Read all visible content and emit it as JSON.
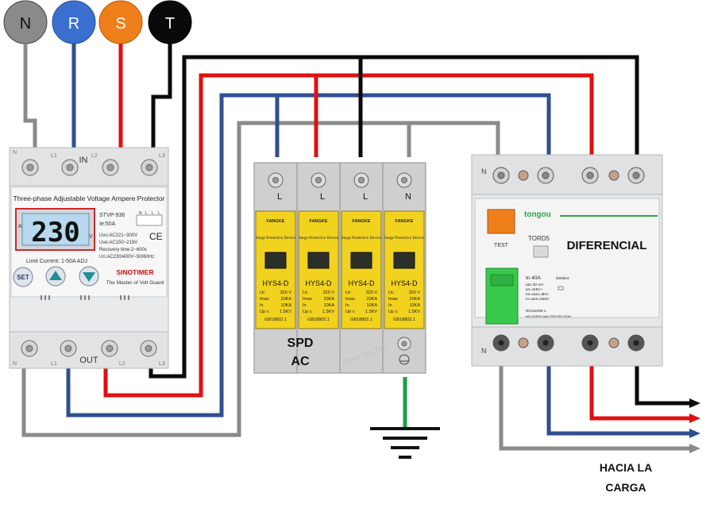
{
  "phase_markers": [
    {
      "label": "N",
      "color": "#8a8a8a"
    },
    {
      "label": "R",
      "color": "#3a6fd0"
    },
    {
      "label": "S",
      "color": "#ef7f1a"
    },
    {
      "label": "T",
      "color": "#0a0a0a"
    }
  ],
  "wire_colors": {
    "neutral": "#8a8a8a",
    "r": "#2f4f8f",
    "s": "#e01010",
    "t": "#0a0a0a",
    "ground": "#1aa040"
  },
  "voltage_protector": {
    "terminals_top_label": "IN",
    "terminals_bottom_label": "OUT",
    "top_terminal_marks": [
      "N",
      "L1",
      "L2",
      "L3"
    ],
    "bottom_terminal_marks": [
      "N",
      "L1",
      "L2",
      "L3"
    ],
    "title": "Three-phase  Adjustable Voltage Ampere Protector",
    "display_value": "230",
    "display_prefix": "A",
    "display_unit": "V",
    "model": "STVP-936",
    "current": "Ie:50A",
    "uvo_high": "Uvo:AC221~300V",
    "uvo_low": "Uve:AC150~219V",
    "recovery": "Recovery time:2~600s",
    "rated": "Un:AC230/400V~50/60Hz",
    "ce_mark": "CE",
    "limit_current": "Limit Current:  1-50A  ADJ",
    "brand": "SINOTIMER",
    "tagline": "The Master of Volt Guard",
    "set_label": "SET",
    "mini_grid": [
      "N",
      "L",
      "L",
      "L"
    ]
  },
  "spd": {
    "label_line1": "SPD",
    "label_line2": "AC",
    "watermark": "Store No.293",
    "modules": [
      {
        "terminal": "L",
        "brand": "FANGKE",
        "kind": "Surge Protective Device",
        "model": "HYS4-D",
        "specs": [
          [
            "Uc",
            "320 V"
          ],
          [
            "Imax",
            "20KA"
          ],
          [
            "In",
            "10KA"
          ],
          [
            "Up ≤",
            "1.5KV"
          ]
        ],
        "standard": "GB18802.1"
      },
      {
        "terminal": "L",
        "brand": "FANGKE",
        "kind": "Surge Protective Device",
        "model": "HYS4-D",
        "specs": [
          [
            "Uc",
            "320 V"
          ],
          [
            "Imax",
            "20KA"
          ],
          [
            "In",
            "10KA"
          ],
          [
            "Up ≤",
            "1.5KV"
          ]
        ],
        "standard": "GB18802.1"
      },
      {
        "terminal": "L",
        "brand": "FANGKE",
        "kind": "Surge Protective Device",
        "model": "HYS4-D",
        "specs": [
          [
            "Uc",
            "320 V"
          ],
          [
            "Imax",
            "20KA"
          ],
          [
            "In",
            "10KA"
          ],
          [
            "Up ≤",
            "1.5KV"
          ]
        ],
        "standard": "GB18802.1"
      },
      {
        "terminal": "N",
        "brand": "FANGKE",
        "kind": "Surge Protective Device",
        "model": "HYS4-D",
        "specs": [
          [
            "Uc",
            "320 V"
          ],
          [
            "Imax",
            "20KA"
          ],
          [
            "In",
            "10KA"
          ],
          [
            "Up ≤",
            "1.5KV"
          ]
        ],
        "standard": "GB18802.1"
      }
    ]
  },
  "differential": {
    "brand": "tongou",
    "test_label": "TEST",
    "model": "TORD5",
    "title": "DIFERENCIAL",
    "n_top": "N",
    "n_bottom": "N",
    "rating": "In 40A",
    "freq": "50/60Hz",
    "spec_lines": [
      "IΔn 30 mA",
      "Un 415V~",
      "Im=IΔm=3KA",
      "In=IΔm=630A"
    ],
    "standard": "IEC61008-1",
    "note": "NO OVERLOAD PROTECTION"
  },
  "load_label_line1": "HACIA LA",
  "load_label_line2": "CARGA"
}
